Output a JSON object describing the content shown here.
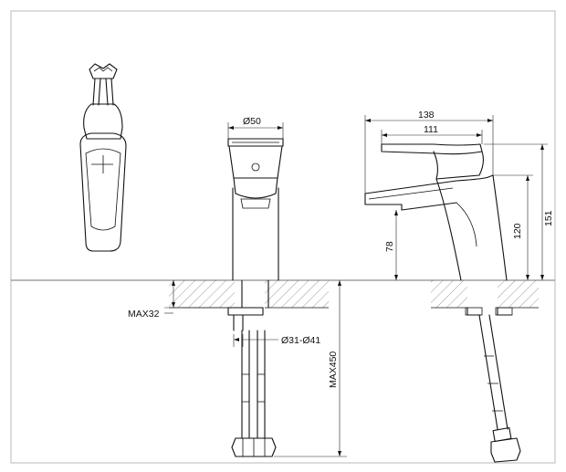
{
  "dimensions": {
    "outlet_diameter": "Ø50",
    "overall_depth": "138",
    "spout_reach": "111",
    "mounting_hole": "Ø31-Ø41",
    "max_deck_thickness": "MAX32",
    "spout_height": "78",
    "height_to_lever": "120",
    "overall_height": "151",
    "max_hose_length": "MAX450"
  },
  "views": [
    "side-view",
    "front-view",
    "profile-view"
  ]
}
